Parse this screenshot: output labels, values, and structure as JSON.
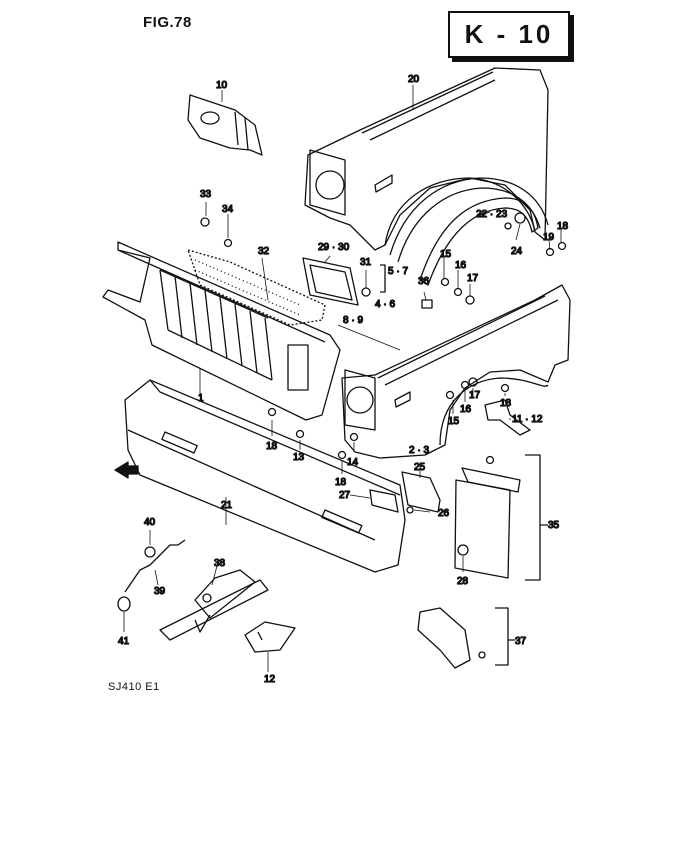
{
  "header": {
    "figure": "FIG.78",
    "code": "K - 10"
  },
  "footer": {
    "model": "SJ410 E1"
  },
  "callouts": [
    {
      "id": "c1",
      "text": "1"
    },
    {
      "id": "c2",
      "text": "2 · 3"
    },
    {
      "id": "c4",
      "text": "4 · 6"
    },
    {
      "id": "c5",
      "text": "5 · 7"
    },
    {
      "id": "c8",
      "text": "8 · 9"
    },
    {
      "id": "c10",
      "text": "10"
    },
    {
      "id": "c11",
      "text": "11 · 12"
    },
    {
      "id": "c12",
      "text": "12"
    },
    {
      "id": "c13",
      "text": "13"
    },
    {
      "id": "c14",
      "text": "14"
    },
    {
      "id": "c15a",
      "text": "15"
    },
    {
      "id": "c15b",
      "text": "15"
    },
    {
      "id": "c16a",
      "text": "16"
    },
    {
      "id": "c16b",
      "text": "16"
    },
    {
      "id": "c17a",
      "text": "17"
    },
    {
      "id": "c17b",
      "text": "17"
    },
    {
      "id": "c18a",
      "text": "18"
    },
    {
      "id": "c18b",
      "text": "18"
    },
    {
      "id": "c18c",
      "text": "18"
    },
    {
      "id": "c18d",
      "text": "18"
    },
    {
      "id": "c19",
      "text": "19"
    },
    {
      "id": "c20",
      "text": "20"
    },
    {
      "id": "c21",
      "text": "21"
    },
    {
      "id": "c22",
      "text": "22 · 23"
    },
    {
      "id": "c24",
      "text": "24"
    },
    {
      "id": "c25",
      "text": "25"
    },
    {
      "id": "c26",
      "text": "26"
    },
    {
      "id": "c27",
      "text": "27"
    },
    {
      "id": "c28",
      "text": "28"
    },
    {
      "id": "c29",
      "text": "29 · 30"
    },
    {
      "id": "c31",
      "text": "31"
    },
    {
      "id": "c32",
      "text": "32"
    },
    {
      "id": "c33",
      "text": "33"
    },
    {
      "id": "c34",
      "text": "34"
    },
    {
      "id": "c35",
      "text": "35"
    },
    {
      "id": "c36",
      "text": "36"
    },
    {
      "id": "c37",
      "text": "37"
    },
    {
      "id": "c38",
      "text": "38"
    },
    {
      "id": "c39",
      "text": "39"
    },
    {
      "id": "c40",
      "text": "40"
    },
    {
      "id": "c41",
      "text": "41"
    }
  ]
}
